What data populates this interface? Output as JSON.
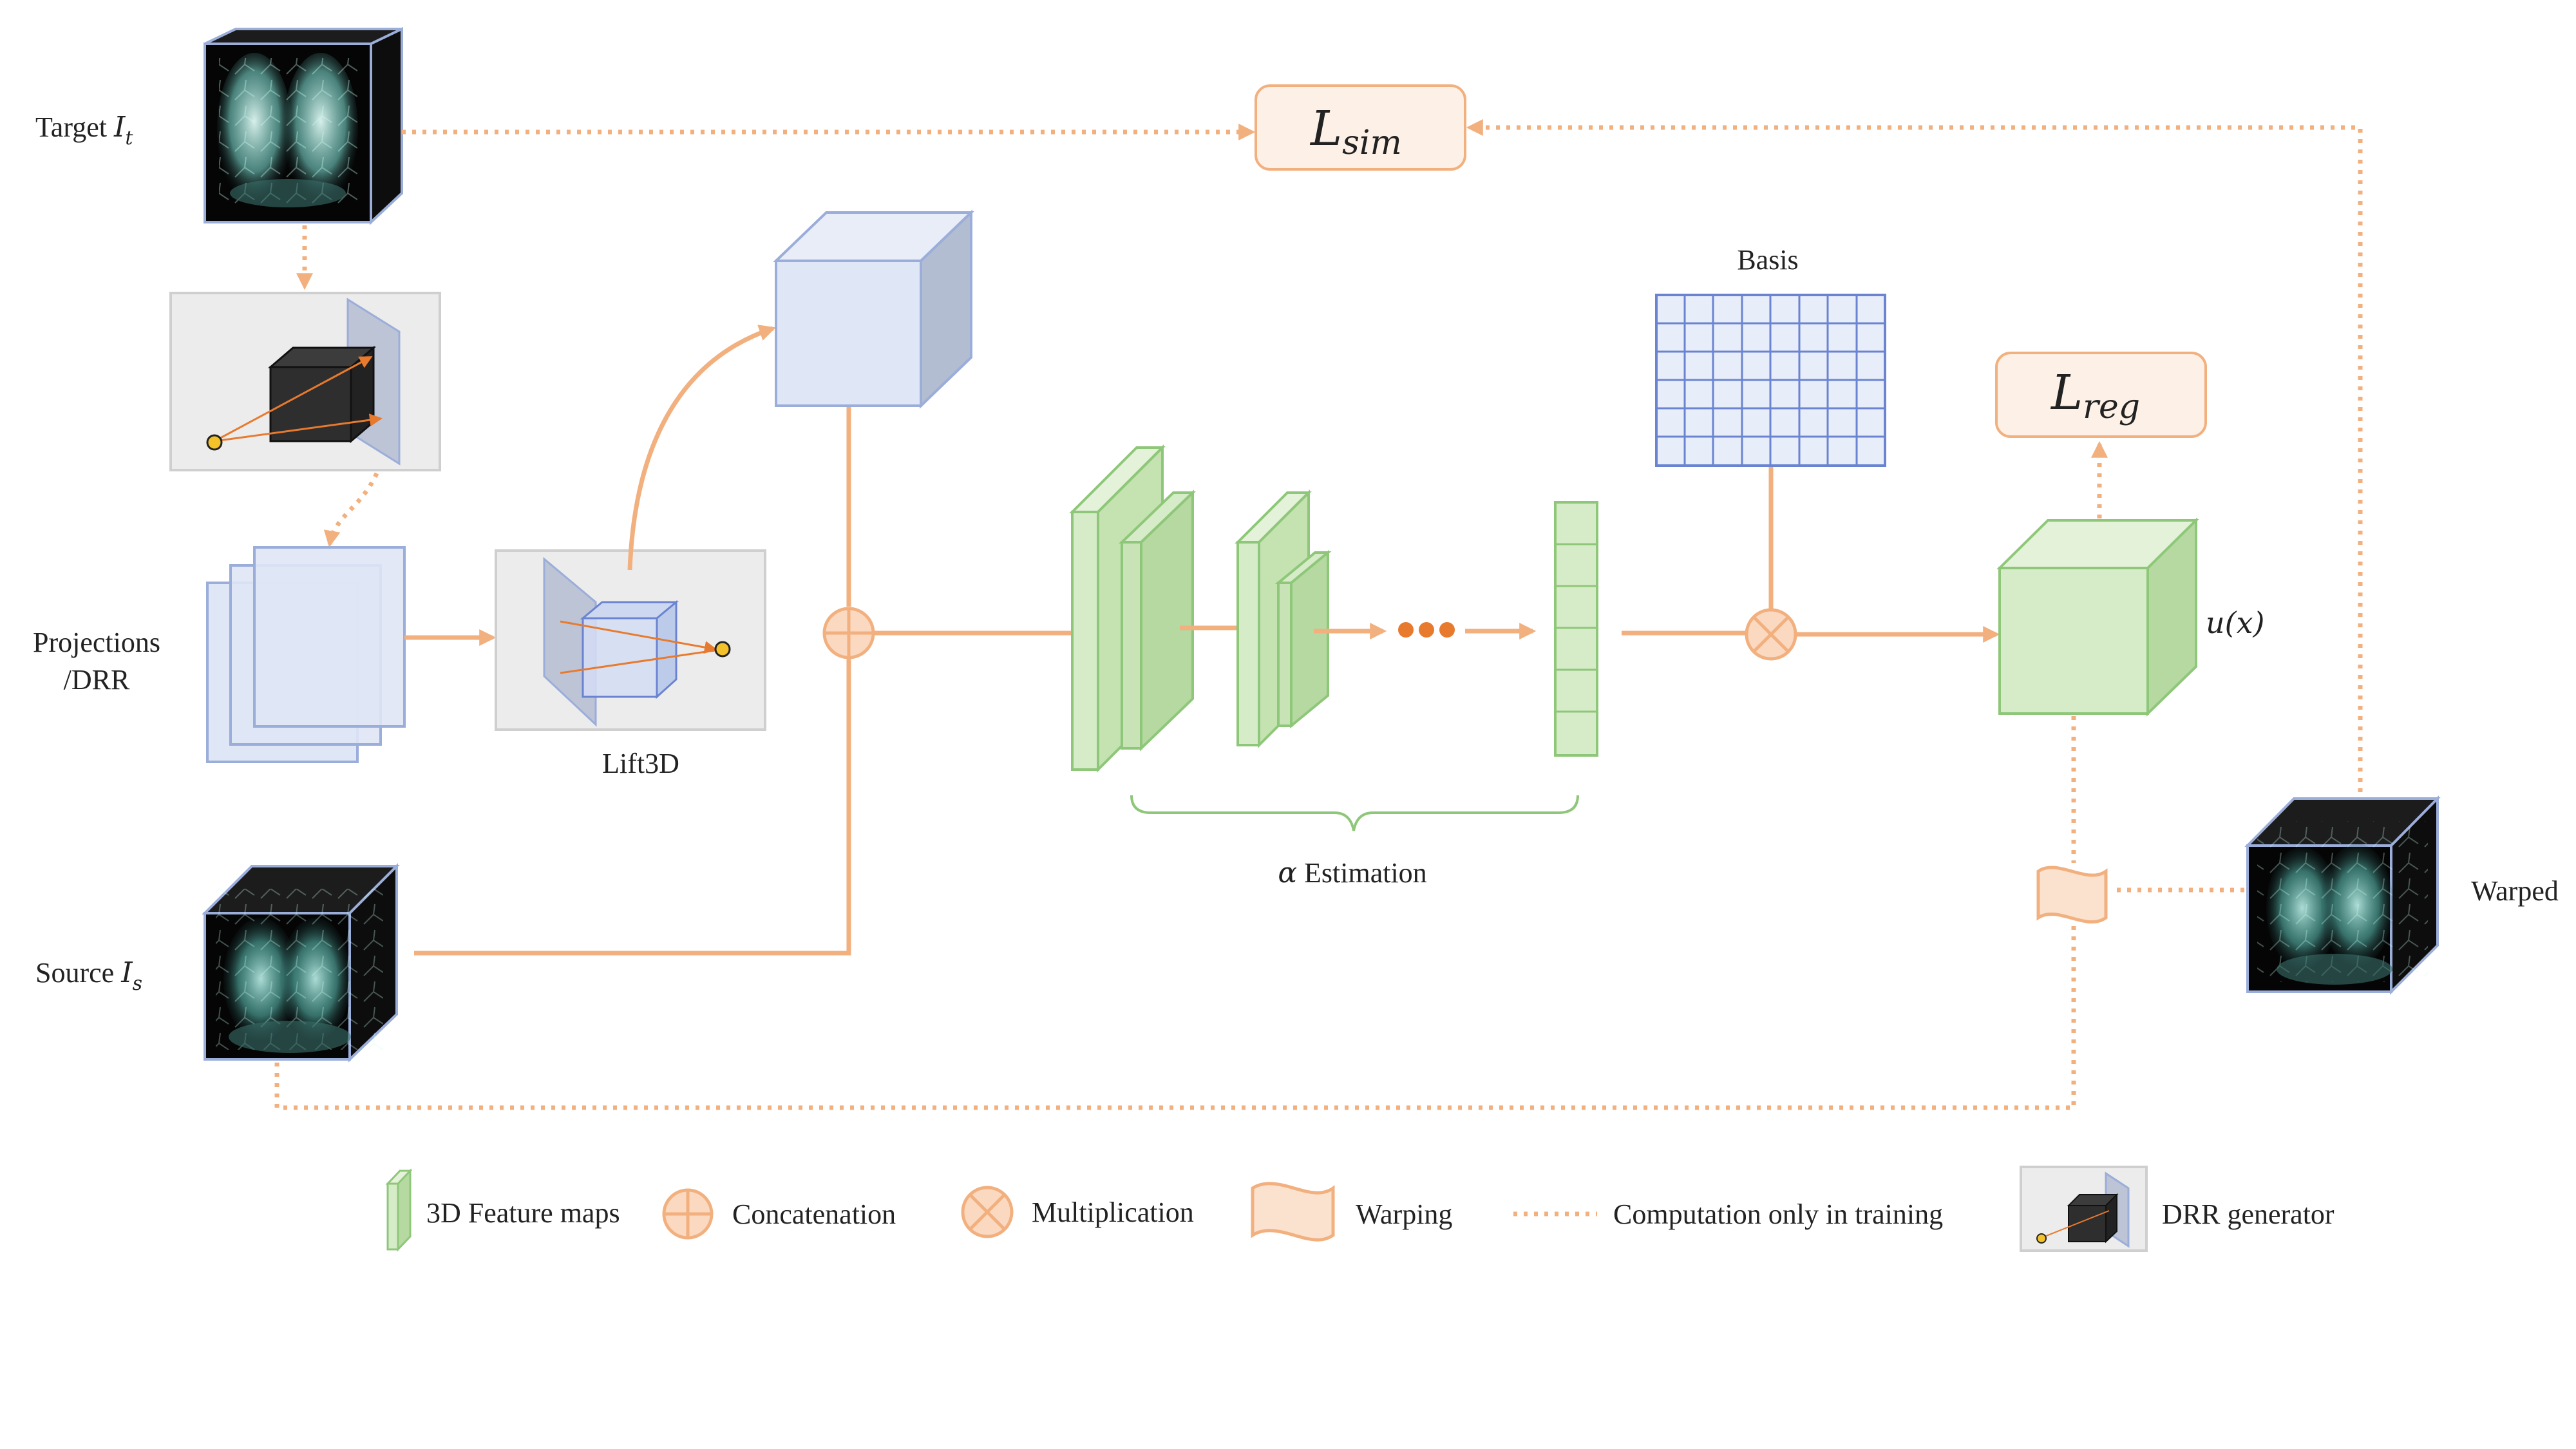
{
  "labels": {
    "target_prefix": "Target ",
    "target_sym": "I",
    "target_sub": "t",
    "source_prefix": "Source ",
    "source_sym": "I",
    "source_sub": "s",
    "projections_line1": "Projections",
    "projections_line2": "/DRR",
    "lift3d": "Lift3D",
    "basis": "Basis",
    "alpha_sym": "α",
    "alpha_text": " Estimation",
    "ux": "u(x)",
    "warped": "Warped",
    "loss_sim_main": "L",
    "loss_sim_sub": "sim",
    "loss_reg_main": "L",
    "loss_reg_sub": "reg"
  },
  "legend": {
    "feature_maps": "3D Feature maps",
    "concatenation": "Concatenation",
    "multiplication": "Multiplication",
    "warping": "Warping",
    "training_only": "Computation only in training",
    "drr_generator": "DRR generator"
  },
  "colors": {
    "arrow_orange": "#f2b07f",
    "dot_orange": "#e87a2e",
    "feature_green": "#d6ebc8",
    "feature_green_edge": "#8fc77a",
    "volume_blue": "#dfe6f5",
    "volume_blue_edge": "#9badd9",
    "grid_blue": "#6b84d1",
    "loss_fill": "#fdf0e6",
    "panel_gray": "#ececec"
  }
}
